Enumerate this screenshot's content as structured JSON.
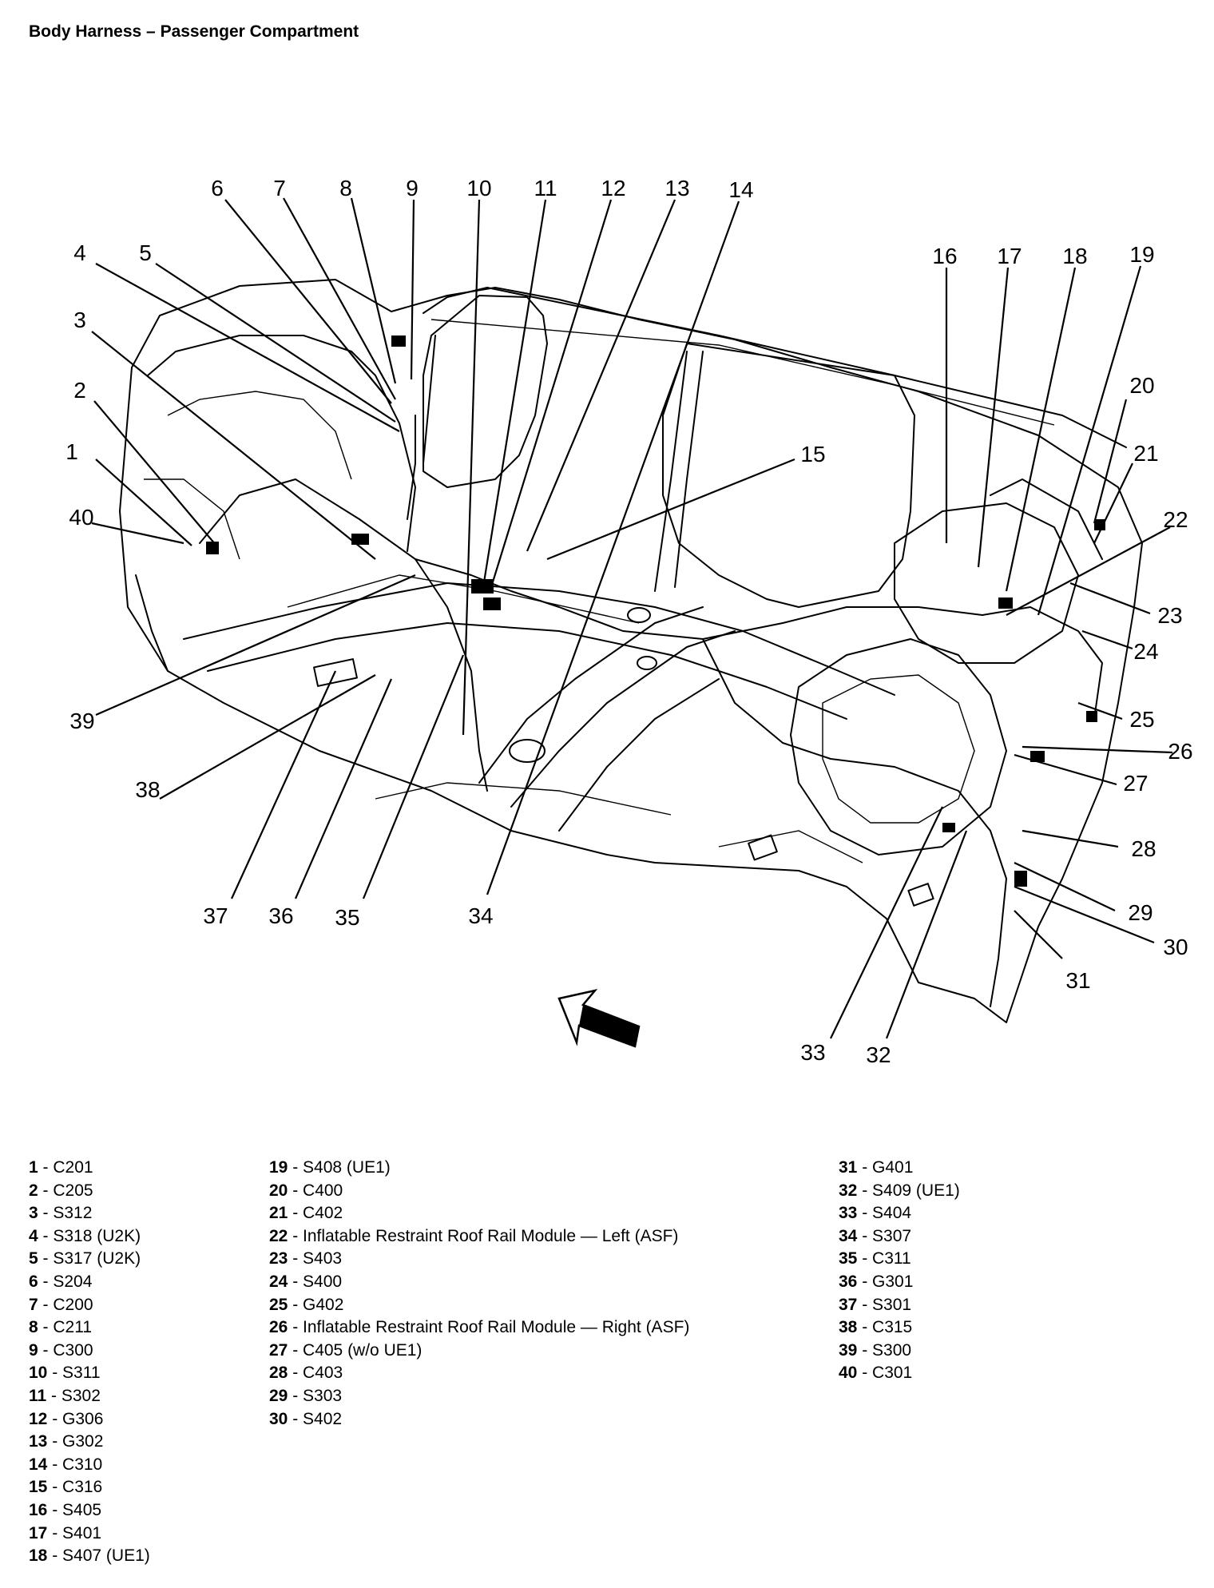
{
  "title": "Body Harness – Passenger Compartment",
  "callouts": [
    "1",
    "2",
    "3",
    "4",
    "5",
    "6",
    "7",
    "8",
    "9",
    "10",
    "11",
    "12",
    "13",
    "14",
    "15",
    "16",
    "17",
    "18",
    "19",
    "20",
    "21",
    "22",
    "23",
    "24",
    "25",
    "26",
    "27",
    "28",
    "29",
    "30",
    "31",
    "32",
    "33",
    "34",
    "35",
    "36",
    "37",
    "38",
    "39",
    "40"
  ],
  "legend": [
    [
      {
        "num": "1",
        "label": "C201"
      },
      {
        "num": "2",
        "label": "C205"
      },
      {
        "num": "3",
        "label": "S312"
      },
      {
        "num": "4",
        "label": "S318 (U2K)"
      },
      {
        "num": "5",
        "label": "S317 (U2K)"
      },
      {
        "num": "6",
        "label": "S204"
      },
      {
        "num": "7",
        "label": "C200"
      },
      {
        "num": "8",
        "label": "C211"
      },
      {
        "num": "9",
        "label": "C300"
      },
      {
        "num": "10",
        "label": "S311"
      },
      {
        "num": "11",
        "label": "S302"
      },
      {
        "num": "12",
        "label": "G306"
      },
      {
        "num": "13",
        "label": "G302"
      },
      {
        "num": "14",
        "label": "C310"
      },
      {
        "num": "15",
        "label": "C316"
      },
      {
        "num": "16",
        "label": "S405"
      },
      {
        "num": "17",
        "label": "S401"
      },
      {
        "num": "18",
        "label": "S407 (UE1)"
      }
    ],
    [
      {
        "num": "19",
        "label": "S408 (UE1)"
      },
      {
        "num": "20",
        "label": "C400"
      },
      {
        "num": "21",
        "label": "C402"
      },
      {
        "num": "22",
        "label": "Inflatable Restraint Roof Rail Module — Left (ASF)"
      },
      {
        "num": "23",
        "label": "S403"
      },
      {
        "num": "24",
        "label": "S400"
      },
      {
        "num": "25",
        "label": "G402"
      },
      {
        "num": "26",
        "label": "Inflatable Restraint Roof Rail Module — Right (ASF)"
      },
      {
        "num": "27",
        "label": "C405 (w/o UE1)"
      },
      {
        "num": "28",
        "label": "C403"
      },
      {
        "num": "29",
        "label": "S303"
      },
      {
        "num": "30",
        "label": "S402"
      }
    ],
    [
      {
        "num": "31",
        "label": "G401"
      },
      {
        "num": "32",
        "label": "S409 (UE1)"
      },
      {
        "num": "33",
        "label": "S404"
      },
      {
        "num": "34",
        "label": "S307"
      },
      {
        "num": "35",
        "label": "C311"
      },
      {
        "num": "36",
        "label": "G301"
      },
      {
        "num": "37",
        "label": "S301"
      },
      {
        "num": "38",
        "label": "C315"
      },
      {
        "num": "39",
        "label": "S300"
      },
      {
        "num": "40",
        "label": "C301"
      }
    ]
  ]
}
